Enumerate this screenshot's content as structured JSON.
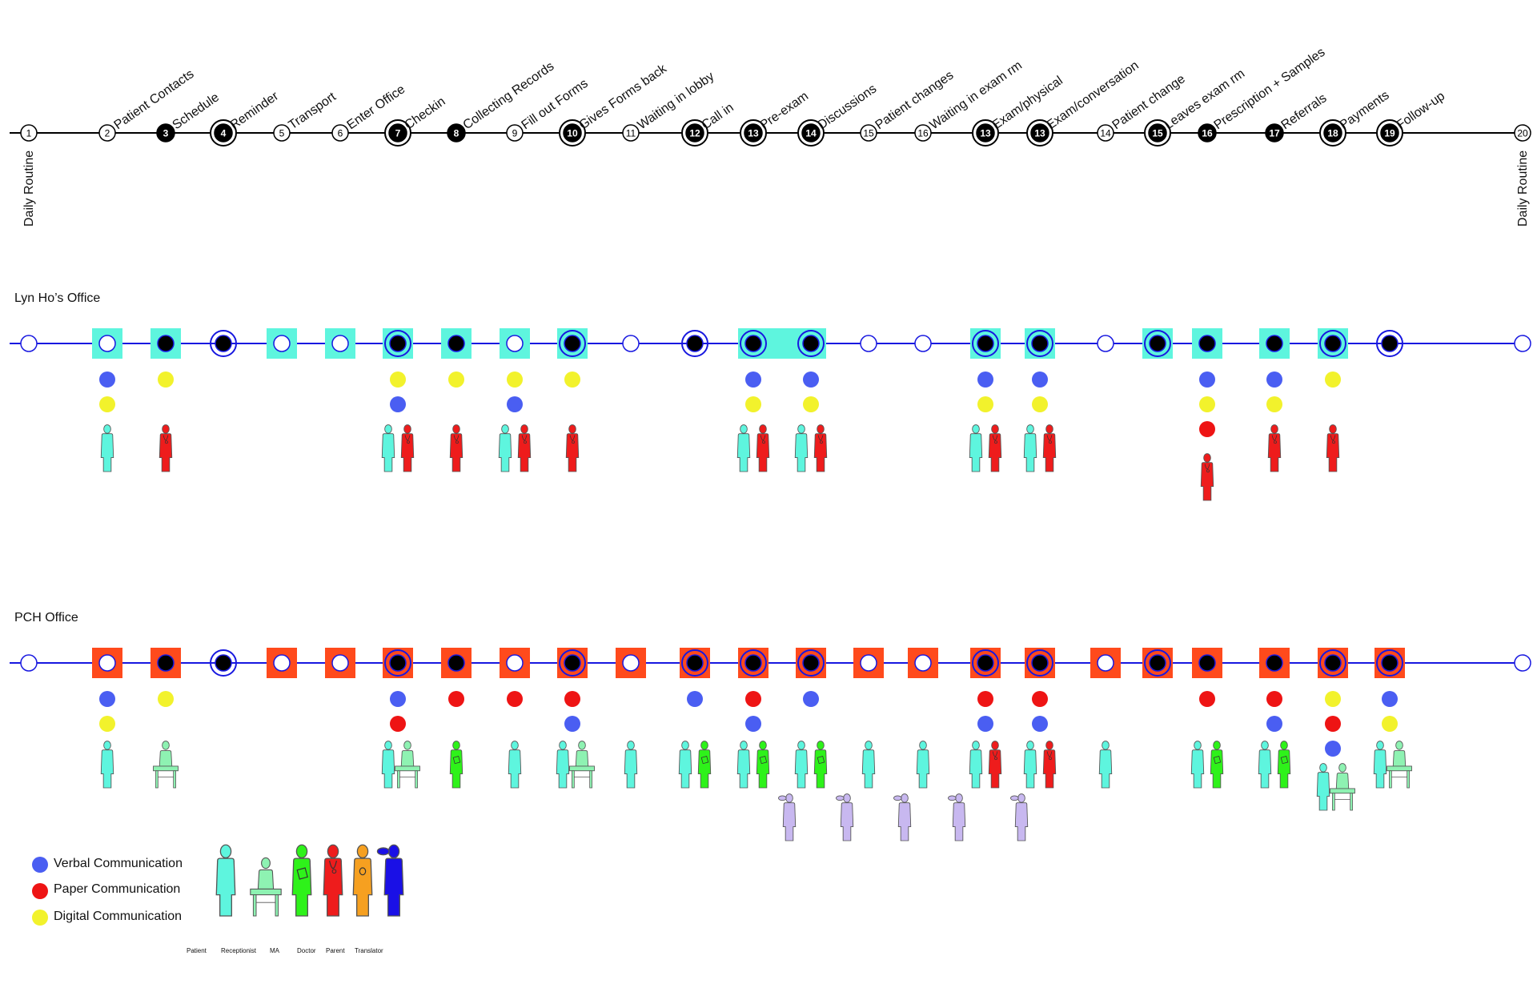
{
  "timeline": {
    "start_label": "Daily Routine",
    "start_number": "1",
    "end_label": "Daily Routine",
    "end_number": "20",
    "steps": [
      {
        "num": "2",
        "label": "Patient Contacts",
        "style": "open"
      },
      {
        "num": "3",
        "label": "Schedule",
        "style": "filled"
      },
      {
        "num": "4",
        "label": "Reminder",
        "style": "ring"
      },
      {
        "num": "5",
        "label": "Transport",
        "style": "open"
      },
      {
        "num": "6",
        "label": "Enter Office",
        "style": "open"
      },
      {
        "num": "7",
        "label": "Checkin",
        "style": "ring"
      },
      {
        "num": "8",
        "label": "Collecting Records",
        "style": "filled"
      },
      {
        "num": "9",
        "label": "Fill out Forms",
        "style": "open"
      },
      {
        "num": "10",
        "label": "Gives Forms back",
        "style": "ring"
      },
      {
        "num": "11",
        "label": "Waiting in lobby",
        "style": "open"
      },
      {
        "num": "12",
        "label": "Call in",
        "style": "ring"
      },
      {
        "num": "13",
        "label": "Pre-exam",
        "style": "ring"
      },
      {
        "num": "14",
        "label": "Discussions",
        "style": "ring"
      },
      {
        "num": "15",
        "label": "Patient changes",
        "style": "open"
      },
      {
        "num": "16",
        "label": "Waiting in exam rm",
        "style": "open"
      },
      {
        "num": "13",
        "label": "Exam/physical",
        "style": "ring"
      },
      {
        "num": "13",
        "label": "Exam/conversation",
        "style": "ring"
      },
      {
        "num": "14",
        "label": "Patient change",
        "style": "open"
      },
      {
        "num": "15",
        "label": "Leaves exam rm",
        "style": "ring"
      },
      {
        "num": "16",
        "label": "Prescription + Samples",
        "style": "filled"
      },
      {
        "num": "17",
        "label": "Referrals",
        "style": "filled"
      },
      {
        "num": "18",
        "label": "Payments",
        "style": "ring"
      },
      {
        "num": "19",
        "label": "Follow-up",
        "style": "ring"
      }
    ]
  },
  "offices": [
    {
      "title": "Lyn Ho’s Office",
      "box_color": "#5ef5de",
      "steps": [
        {
          "box": true,
          "node": "open",
          "comm": [
            "verbal",
            "digital"
          ],
          "people": [
            "patient"
          ]
        },
        {
          "box": true,
          "node": "filled",
          "comm": [
            "digital"
          ],
          "people": [
            "doctor"
          ]
        },
        {
          "box": false,
          "node": "ring",
          "comm": [],
          "people": []
        },
        {
          "box": true,
          "node": "open",
          "comm": [],
          "people": []
        },
        {
          "box": true,
          "node": "open",
          "comm": [],
          "people": []
        },
        {
          "box": true,
          "node": "ring",
          "comm": [
            "digital",
            "verbal"
          ],
          "people": [
            "patient",
            "doctor"
          ]
        },
        {
          "box": true,
          "node": "filled",
          "comm": [
            "digital"
          ],
          "people": [
            "doctor"
          ]
        },
        {
          "box": true,
          "node": "open",
          "comm": [
            "digital",
            "verbal"
          ],
          "people": [
            "patient",
            "doctor"
          ]
        },
        {
          "box": true,
          "node": "ring",
          "comm": [
            "digital"
          ],
          "people": [
            "doctor"
          ]
        },
        {
          "box": false,
          "node": "open",
          "comm": [],
          "people": []
        },
        {
          "box": false,
          "node": "ring",
          "comm": [],
          "people": []
        },
        {
          "box": true,
          "node": "ring",
          "comm": [
            "verbal",
            "digital"
          ],
          "people": [
            "patient",
            "doctor"
          ]
        },
        {
          "box": true,
          "node": "ring",
          "comm": [
            "verbal",
            "digital"
          ],
          "people": [
            "patient",
            "doctor"
          ]
        },
        {
          "box": false,
          "node": "open",
          "comm": [],
          "people": []
        },
        {
          "box": false,
          "node": "open",
          "comm": [],
          "people": []
        },
        {
          "box": true,
          "node": "ring",
          "comm": [
            "verbal",
            "digital"
          ],
          "people": [
            "patient",
            "doctor"
          ]
        },
        {
          "box": true,
          "node": "ring",
          "comm": [
            "verbal",
            "digital"
          ],
          "people": [
            "patient",
            "doctor"
          ]
        },
        {
          "box": false,
          "node": "open",
          "comm": [],
          "people": []
        },
        {
          "box": true,
          "node": "ring",
          "comm": [],
          "people": []
        },
        {
          "box": true,
          "node": "filled",
          "comm": [
            "verbal",
            "digital",
            "paper"
          ],
          "people": [
            "doctor"
          ]
        },
        {
          "box": true,
          "node": "filled",
          "comm": [
            "verbal",
            "digital"
          ],
          "people": [
            "doctor"
          ]
        },
        {
          "box": true,
          "node": "ring",
          "comm": [
            "digital"
          ],
          "people": [
            "doctor"
          ]
        },
        {
          "box": false,
          "node": "ring",
          "comm": [],
          "people": []
        }
      ]
    },
    {
      "title": "PCH  Office",
      "box_color": "#ff4a1c",
      "steps": [
        {
          "box": true,
          "node": "open",
          "comm": [
            "verbal",
            "digital"
          ],
          "people": [
            "patient"
          ],
          "translator": false
        },
        {
          "box": true,
          "node": "filled",
          "comm": [
            "digital"
          ],
          "people": [
            "receptionist"
          ],
          "translator": false
        },
        {
          "box": false,
          "node": "ring",
          "comm": [],
          "people": [],
          "translator": false
        },
        {
          "box": true,
          "node": "open",
          "comm": [],
          "people": [],
          "translator": false
        },
        {
          "box": true,
          "node": "open",
          "comm": [],
          "people": [],
          "translator": false
        },
        {
          "box": true,
          "node": "ring",
          "comm": [
            "verbal",
            "paper"
          ],
          "people": [
            "patient",
            "receptionist"
          ],
          "translator": false
        },
        {
          "box": true,
          "node": "filled",
          "comm": [
            "paper"
          ],
          "people": [
            "ma"
          ],
          "translator": false
        },
        {
          "box": true,
          "node": "open",
          "comm": [
            "paper"
          ],
          "people": [
            "patient"
          ],
          "translator": false
        },
        {
          "box": true,
          "node": "ring",
          "comm": [
            "paper",
            "verbal"
          ],
          "people": [
            "patient",
            "receptionist"
          ],
          "translator": false
        },
        {
          "box": true,
          "node": "open",
          "comm": [],
          "people": [
            "patient"
          ],
          "translator": false
        },
        {
          "box": true,
          "node": "ring",
          "comm": [
            "verbal"
          ],
          "people": [
            "patient",
            "ma"
          ],
          "translator": false
        },
        {
          "box": true,
          "node": "ring",
          "comm": [
            "paper",
            "verbal"
          ],
          "people": [
            "patient",
            "ma"
          ],
          "translator": true
        },
        {
          "box": true,
          "node": "ring",
          "comm": [
            "verbal"
          ],
          "people": [
            "patient",
            "ma"
          ],
          "translator": true
        },
        {
          "box": true,
          "node": "open",
          "comm": [],
          "people": [
            "patient"
          ],
          "translator": true
        },
        {
          "box": true,
          "node": "open",
          "comm": [],
          "people": [
            "patient"
          ],
          "translator": true
        },
        {
          "box": true,
          "node": "ring",
          "comm": [
            "paper",
            "verbal"
          ],
          "people": [
            "patient",
            "doctor"
          ],
          "translator": true
        },
        {
          "box": true,
          "node": "ring",
          "comm": [
            "paper",
            "verbal"
          ],
          "people": [
            "patient",
            "doctor"
          ],
          "translator": false
        },
        {
          "box": true,
          "node": "open",
          "comm": [],
          "people": [
            "patient"
          ],
          "translator": false
        },
        {
          "box": true,
          "node": "ring",
          "comm": [],
          "people": [],
          "translator": false
        },
        {
          "box": true,
          "node": "filled",
          "comm": [
            "paper"
          ],
          "people": [
            "patient",
            "ma"
          ],
          "translator": false
        },
        {
          "box": true,
          "node": "filled",
          "comm": [
            "paper",
            "verbal"
          ],
          "people": [
            "patient",
            "ma"
          ],
          "translator": false
        },
        {
          "box": true,
          "node": "ring",
          "comm": [
            "digital",
            "paper",
            "verbal"
          ],
          "people": [
            "patient",
            "receptionist"
          ],
          "translator": false
        },
        {
          "box": true,
          "node": "ring",
          "comm": [
            "verbal",
            "digital"
          ],
          "people": [
            "patient",
            "receptionist"
          ],
          "translator": false
        }
      ]
    }
  ],
  "legend": {
    "verbal": "Verbal Communication",
    "paper": "Paper Communication",
    "digital": "Digital Communication",
    "roles": [
      "Patient",
      "Receptionist",
      "MA",
      "Doctor",
      "Parent",
      "Translator"
    ]
  },
  "colors": {
    "verbal": "#4a5ef2",
    "paper": "#ee1414",
    "digital": "#f2f22c",
    "patient": "#5ef5de",
    "receptionist": "#8ef2b2",
    "ma": "#2ef21a",
    "doctor": "#ee1c1c",
    "parent": "#f6a020",
    "translator": "#1a10e6",
    "translator_small": "#c8b8f0",
    "office_line": "#1818e0"
  }
}
